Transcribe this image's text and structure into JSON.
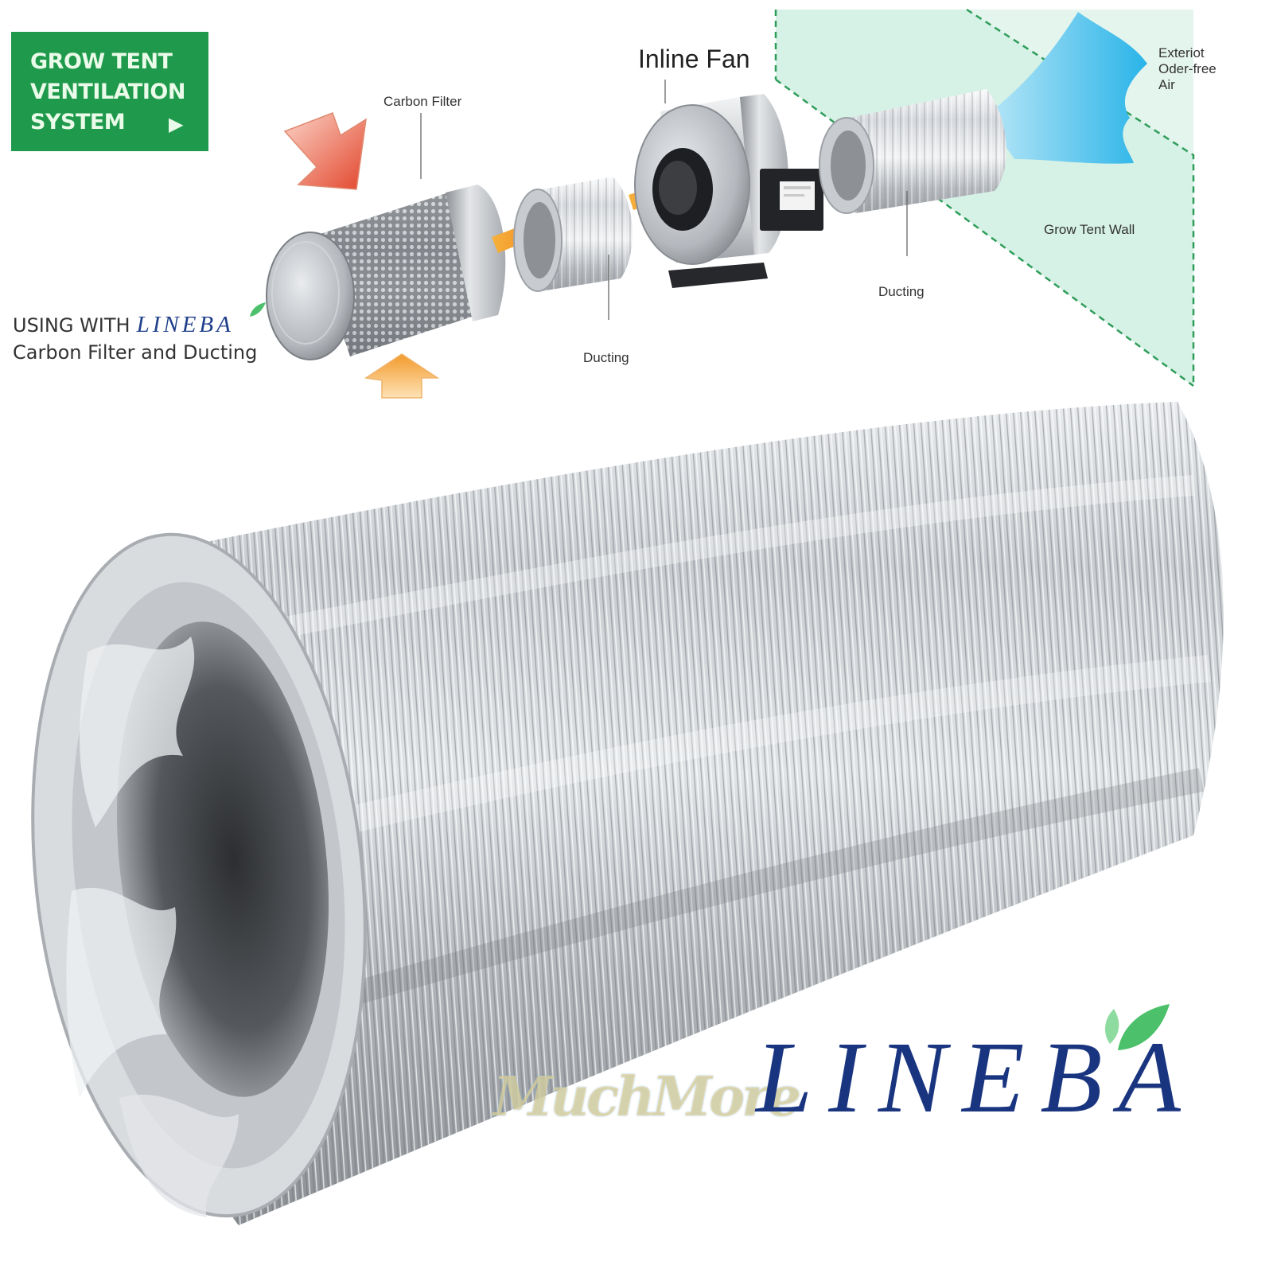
{
  "badge": {
    "lines": [
      "GROW TENT",
      "VENTILATION",
      "SYSTEM"
    ],
    "arrow": "▶",
    "color": "#1f9a4c"
  },
  "labels": {
    "carbon_filter": "Carbon Filter",
    "inline_fan": "Inline Fan",
    "ducting_left": "Ducting",
    "ducting_right": "Ducting",
    "grow_tent_wall": "Grow Tent Wall",
    "exterior_lines": [
      "Exteriot",
      "Oder-free",
      "Air"
    ]
  },
  "caption": {
    "prefix": "USING WITH",
    "brand": "LINEBA",
    "line2": "Carbon Filter and Ducting"
  },
  "logo": {
    "text": "LINEBA",
    "color": "#1a3580"
  },
  "watermark": {
    "text": "MuchMore"
  },
  "icons": [
    "leaf-icon",
    "arrow-right-icon"
  ]
}
